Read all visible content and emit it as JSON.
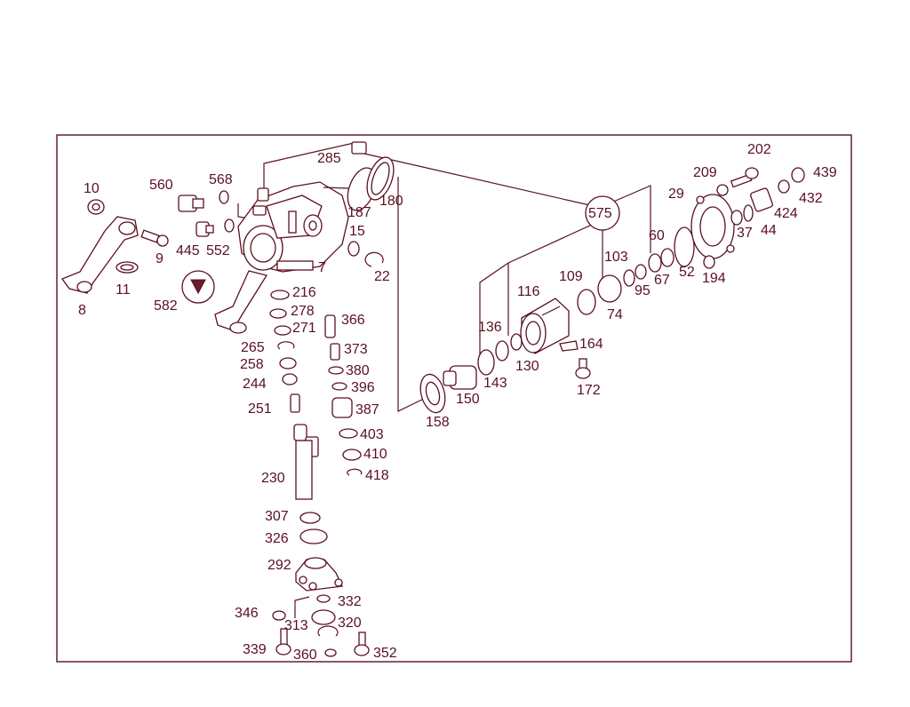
{
  "callout_color": "#5a1020",
  "labels": {
    "l10": "10",
    "l560": "560",
    "l568": "568",
    "l285": "285",
    "l202": "202",
    "l209": "209",
    "l439": "439",
    "l29": "29",
    "l432": "432",
    "l187": "187",
    "l180": "180",
    "l575": "575",
    "l424": "424",
    "l15": "15",
    "l9": "9",
    "l445": "445",
    "l552": "552",
    "l60": "60",
    "l37": "37",
    "l44": "44",
    "l7": "7",
    "l22": "22",
    "l103": "103",
    "l109": "109",
    "l11": "11",
    "l67": "67",
    "l52": "52",
    "l194": "194",
    "l8": "8",
    "l582": "582",
    "l216": "216",
    "l116": "116",
    "l95": "95",
    "l74": "74",
    "l278": "278",
    "l366": "366",
    "l271": "271",
    "l136": "136",
    "l164": "164",
    "l265": "265",
    "l373": "373",
    "l258": "258",
    "l380": "380",
    "l130": "130",
    "l244": "244",
    "l396": "396",
    "l143": "143",
    "l172": "172",
    "l150": "150",
    "l251": "251",
    "l387": "387",
    "l158": "158",
    "l403": "403",
    "l410": "410",
    "l418": "418",
    "l230": "230",
    "l307": "307",
    "l326": "326",
    "l292": "292",
    "l332": "332",
    "l346": "346",
    "l320": "320",
    "l313": "313",
    "l339": "339",
    "l360": "360",
    "l352": "352"
  }
}
